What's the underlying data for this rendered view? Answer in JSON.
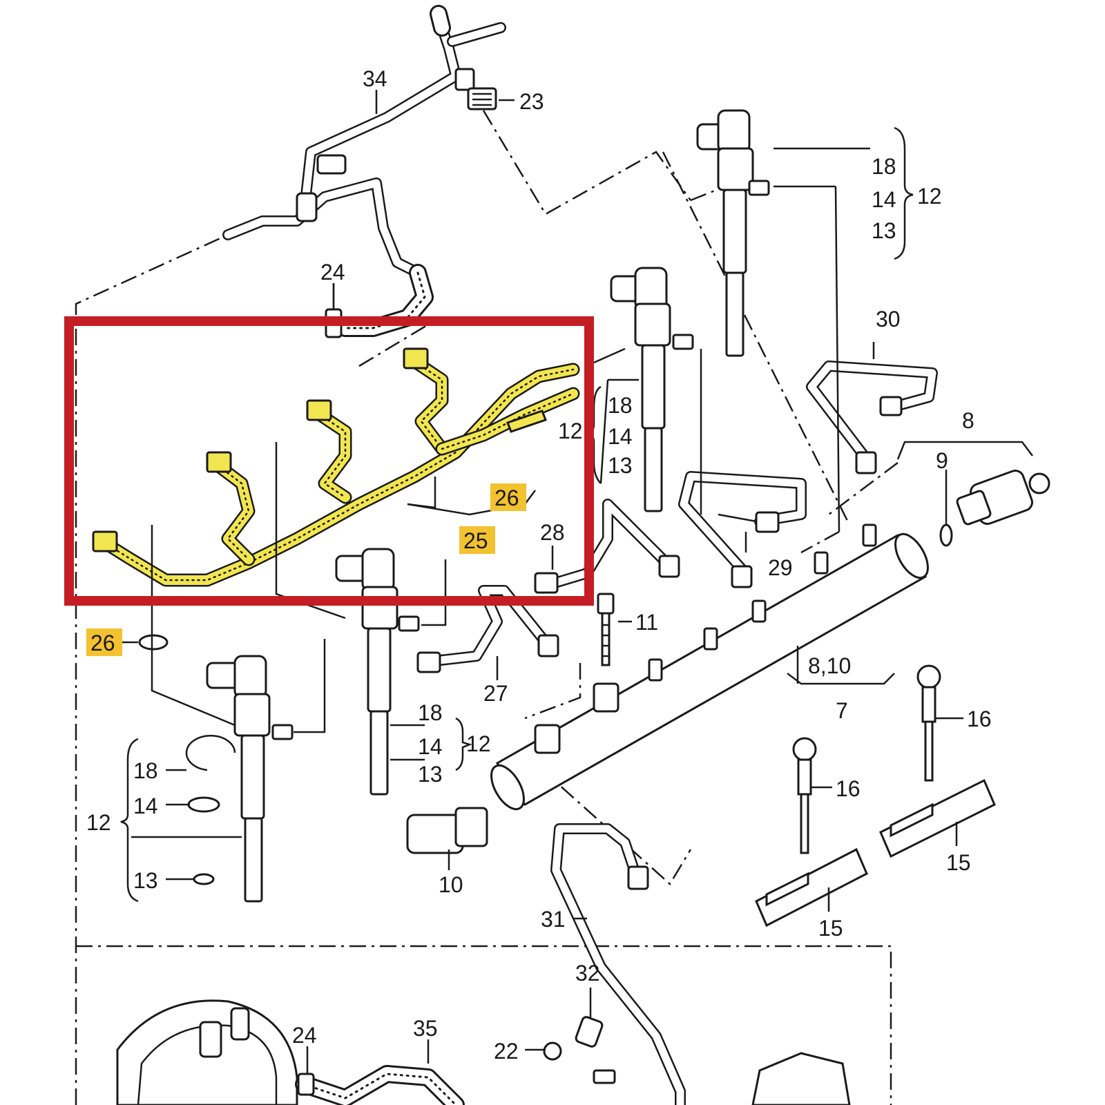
{
  "diagram": {
    "labels": {
      "l34": "34",
      "l23": "23",
      "l24a": "24",
      "l24b": "24",
      "l18a": "18",
      "l14a": "14",
      "l13a": "13",
      "l12a": "12",
      "l30": "30",
      "l8": "8",
      "l9": "9",
      "l12b": "12",
      "l18b": "18",
      "l14b": "14",
      "l13b": "13",
      "l26a": "26",
      "l25": "25",
      "l26b": "26",
      "l28": "28",
      "l29": "29",
      "l11": "11",
      "l810": "8,10",
      "l7": "7",
      "l16a": "16",
      "l16b": "16",
      "l27": "27",
      "l18c": "18",
      "l14c": "14",
      "l13c": "13",
      "l12c": "12",
      "l18d": "18",
      "l14d": "14",
      "l13d": "13",
      "l12d": "12",
      "l10": "10",
      "l15a": "15",
      "l15b": "15",
      "l31": "31",
      "l32": "32",
      "l22": "22",
      "l35": "35"
    },
    "highlighted_parts": [
      "26",
      "25",
      "26"
    ],
    "colors": {
      "highlight": "#f2c230",
      "harness": "#f2e650",
      "frame": "#c41e24",
      "ink": "#1a1a1a"
    }
  }
}
